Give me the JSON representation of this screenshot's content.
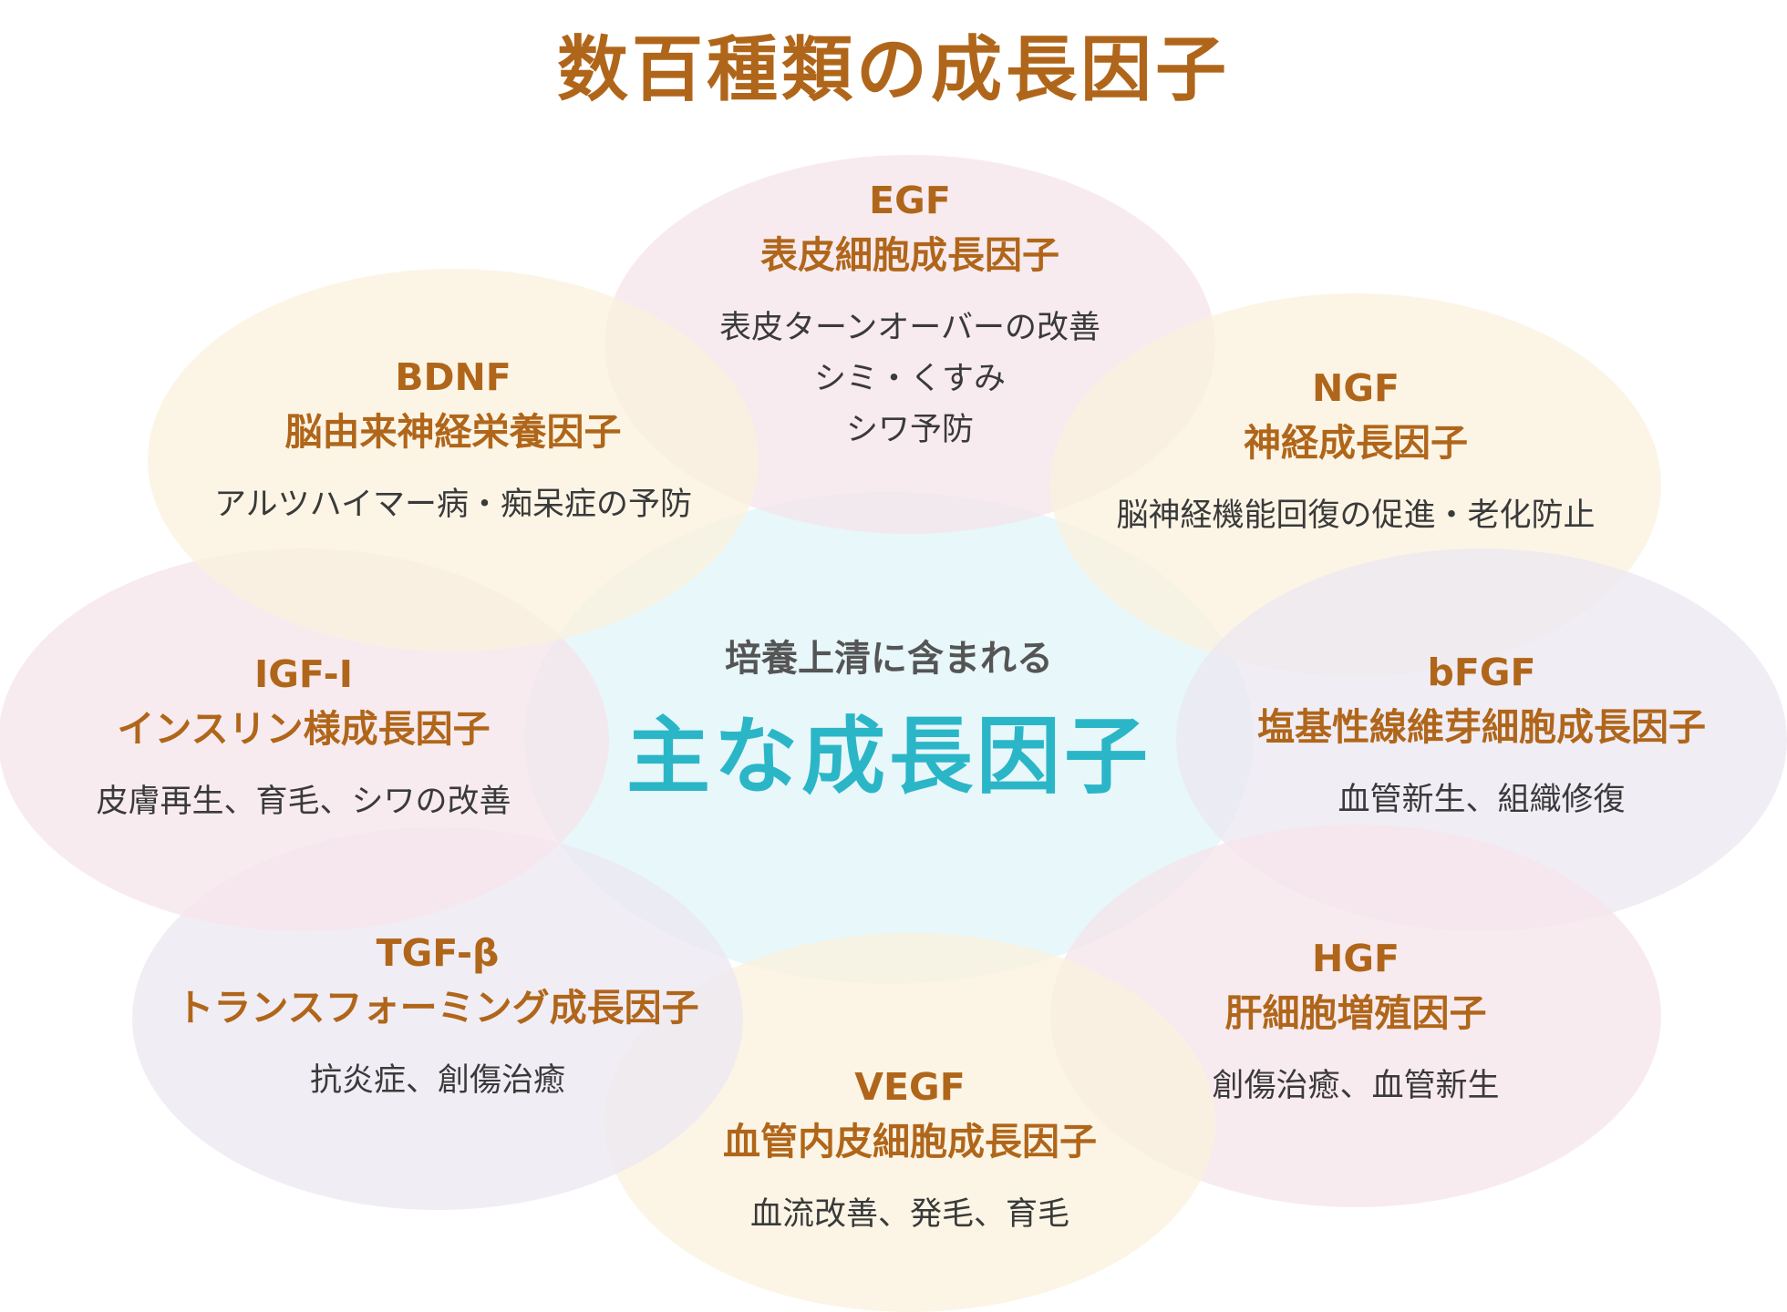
{
  "title": "数百種類の成長因子",
  "center": {
    "subtitle": "培養上清に含まれる",
    "main": "主な成長因子"
  },
  "colors": {
    "title": "#b0661a",
    "factor_name": "#b0661a",
    "center_main": "#2bb6c8",
    "center_fill": "#e6f6fa",
    "petal_pink": "#f6e4ea",
    "petal_cream": "#fbf2dd",
    "petal_lavender": "#ece7f2"
  },
  "factors": [
    {
      "abbr": "EGF",
      "name": "表皮細胞成長因子",
      "effects": [
        "表皮ターンオーバーの改善",
        "シミ・くすみ",
        "シワ予防"
      ]
    },
    {
      "abbr": "NGF",
      "name": "神経成長因子",
      "effects": [
        "脳神経機能回復の促進・老化防止"
      ]
    },
    {
      "abbr": "bFGF",
      "name": "塩基性線維芽細胞成長因子",
      "effects": [
        "血管新生、組織修復"
      ]
    },
    {
      "abbr": "HGF",
      "name": "肝細胞増殖因子",
      "effects": [
        "創傷治癒、血管新生"
      ]
    },
    {
      "abbr": "VEGF",
      "name": "血管内皮細胞成長因子",
      "effects": [
        "血流改善、発毛、育毛"
      ]
    },
    {
      "abbr": "TGF-β",
      "name": "トランスフォーミング成長因子",
      "effects": [
        "抗炎症、創傷治癒"
      ]
    },
    {
      "abbr": "IGF-I",
      "name": "インスリン様成長因子",
      "effects": [
        "皮膚再生、育毛、シワの改善"
      ]
    },
    {
      "abbr": "BDNF",
      "name": "脳由来神経栄養因子",
      "effects": [
        "アルツハイマー病・痴呆症の予防"
      ]
    }
  ]
}
